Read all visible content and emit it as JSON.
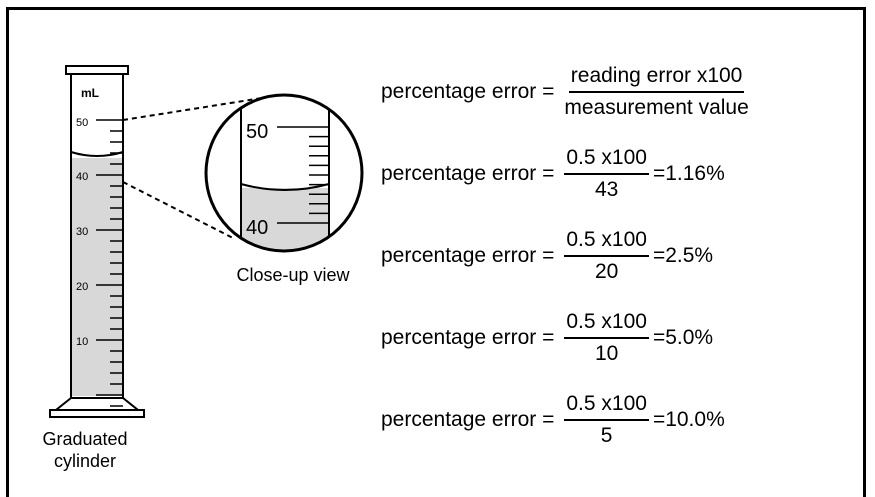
{
  "cylinder": {
    "unit": "mL",
    "ticks": [
      "50",
      "40",
      "30",
      "20",
      "10"
    ],
    "label_line1": "Graduated",
    "label_line2": "cylinder"
  },
  "closeup": {
    "ticks": [
      "50",
      "40"
    ],
    "label": "Close-up view"
  },
  "equations": [
    {
      "lhs": "percentage error =",
      "num": "reading error x100",
      "den": "measurement value",
      "result": ""
    },
    {
      "lhs": "percentage error =",
      "num": "0.5  x100",
      "den": "43",
      "result": "=1.16%"
    },
    {
      "lhs": "percentage error =",
      "num": "0.5  x100",
      "den": "20",
      "result": "=2.5%"
    },
    {
      "lhs": "percentage error =",
      "num": "0.5  x100",
      "den": "10",
      "result": "=5.0%"
    },
    {
      "lhs": "percentage error =",
      "num": "0.5  x100",
      "den": "5",
      "result": "=10.0%"
    }
  ]
}
